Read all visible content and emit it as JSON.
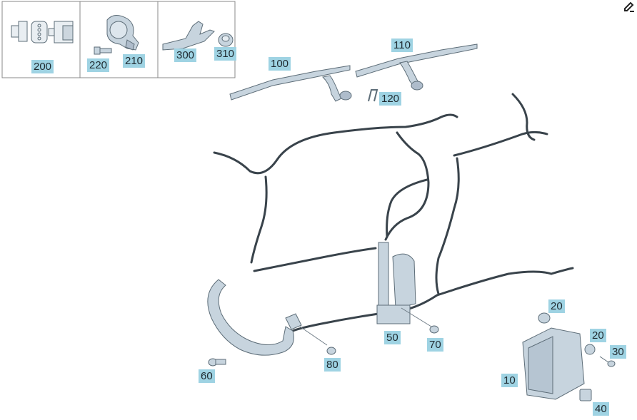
{
  "colors": {
    "callout_bg": "#9fd3e3",
    "callout_text": "#1f2a30",
    "part_fill": "#c7d4de",
    "part_stroke": "#5d6d78",
    "wire": "#39434b",
    "frame": "#8a8a8a"
  },
  "toolbar": {
    "edit_icon": "edit-icon"
  },
  "inset": {
    "panels": [
      {
        "callouts": [
          "200"
        ]
      },
      {
        "callouts": [
          "220",
          "210"
        ]
      },
      {
        "callouts": [
          "300",
          "310"
        ]
      }
    ]
  },
  "callouts": {
    "c200": "200",
    "c220": "220",
    "c210": "210",
    "c300": "300",
    "c310": "310",
    "c100": "100",
    "c110": "110",
    "c120": "120",
    "c50": "50",
    "c70": "70",
    "c60": "60",
    "c80": "80",
    "c10": "10",
    "c20a": "20",
    "c20b": "20",
    "c30": "30",
    "c40": "40"
  }
}
